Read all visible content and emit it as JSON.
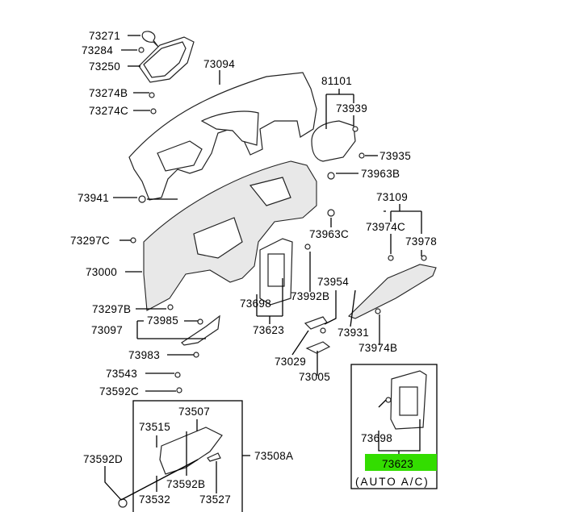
{
  "labels": {
    "p73271": "73271",
    "p73284": "73284",
    "p73250": "73250",
    "p73274B": "73274B",
    "p73274C": "73274C",
    "p73094": "73094",
    "p81101": "81101",
    "p73939": "73939",
    "p73935": "73935",
    "p73963B": "73963B",
    "p73941": "73941",
    "p73963C": "73963C",
    "p73109": "73109",
    "p73974C": "73974C",
    "p73978": "73978",
    "p73297C": "73297C",
    "p73000": "73000",
    "p73954": "73954",
    "p73698": "73698",
    "p73992B": "73992B",
    "p73297B": "73297B",
    "p73985": "73985",
    "p73097": "73097",
    "p73623": "73623",
    "p73931": "73931",
    "p73974B": "73974B",
    "p73983": "73983",
    "p73029": "73029",
    "p73005": "73005",
    "p73543": "73543",
    "p73592C": "73592C",
    "p73507": "73507",
    "p73515": "73515",
    "p73508A": "73508A",
    "p73592D": "73592D",
    "p73592B": "73592B",
    "p73532": "73532",
    "p73527": "73527"
  },
  "inset": {
    "part_73698": "73698",
    "part_73623": "73623",
    "caption": "(AUTO A/C)",
    "highlight_color": "#33dd00"
  }
}
